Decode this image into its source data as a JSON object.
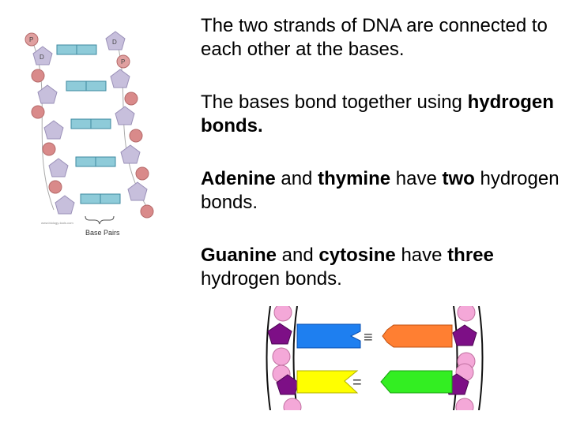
{
  "paragraphs": {
    "p1": {
      "text": "The two strands of DNA are connected to each other at the bases."
    },
    "p2": {
      "t1": "The bases bond together using ",
      "b1": "hydrogen bonds."
    },
    "p3": {
      "b1": "Adenine",
      "t1": " and ",
      "b2": "thymine",
      "t2": " have ",
      "b3": "two",
      "t3": " hydrogen bonds."
    },
    "p4": {
      "b1": "Guanine",
      "t1": " and ",
      "b2": "cytosine",
      "t2": " have ",
      "b3": "three",
      "t3": " hydrogen bonds."
    }
  },
  "ladder_figure": {
    "phosphate_label": "P",
    "deoxyribose_label": "D",
    "caption": "Base Pairs",
    "credit": "www.biology-tools.com"
  },
  "bond_figure": {
    "triple_bond_symbol": "≡",
    "double_bond_symbol": "="
  },
  "colors": {
    "sugar_lavender": "#c7bfdc",
    "phosphate_pink": "#d98a8a",
    "base_teal": "#8ecbd9",
    "sugar_purple": "#7d0f86",
    "phosphate_light_pink": "#f4a8d8",
    "base_blue": "#1e7ff0",
    "base_orange": "#ff7f32",
    "base_yellow": "#ffff00",
    "base_green": "#33ee22"
  }
}
